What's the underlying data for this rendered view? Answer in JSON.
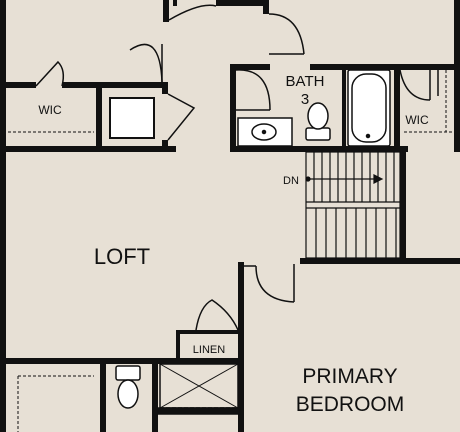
{
  "labels": {
    "wic_left": "WIC",
    "bath_line1": "BATH",
    "bath_line2": "3",
    "wic_right": "WIC",
    "stair_direction": "DN",
    "loft": "LOFT",
    "linen": "LINEN",
    "primary_line1": "PRIMARY",
    "primary_line2": "BEDROOM"
  },
  "colors": {
    "floor": "#e7e0d5",
    "wall": "#111111",
    "fixture": "#ffffff"
  }
}
